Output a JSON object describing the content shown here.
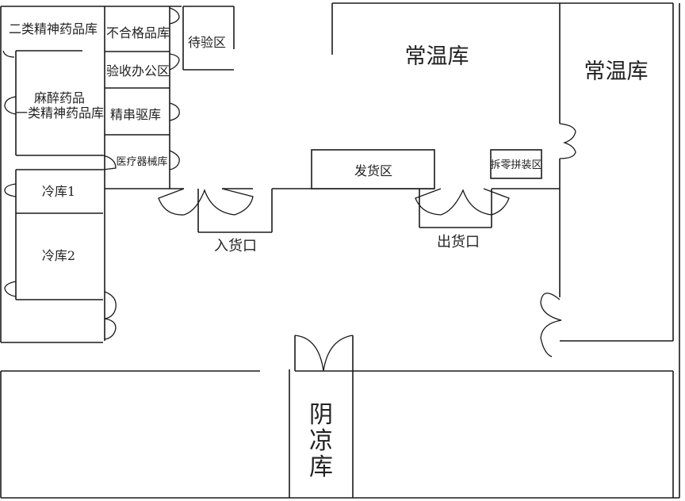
{
  "diagram": {
    "type": "warehouse-floor-plan",
    "rooms": {
      "class2_psych": "二类精神药品库",
      "unqualified": "不合格品库",
      "pending_inspection": "待验区",
      "inspection_office": "验收办公区",
      "narcotics_line1": "麻醉药品",
      "narcotics_line2": "一类精神药品库",
      "precursor": "精串驱库",
      "medical_devices": "医疗器械库",
      "cold1": "冷库1",
      "cold2": "冷库2",
      "normal_temp_main": "常温库",
      "normal_temp_right": "常温库",
      "shipping_area": "发货区",
      "split_packing": "拆零拼装区",
      "cool_storage": [
        "阴",
        "凉",
        "库"
      ]
    },
    "entrances": {
      "inbound": "入货口",
      "outbound": "出货口"
    },
    "colors": {
      "line": "#1a1a1a",
      "background": "#ffffff",
      "text": "#222222"
    }
  }
}
